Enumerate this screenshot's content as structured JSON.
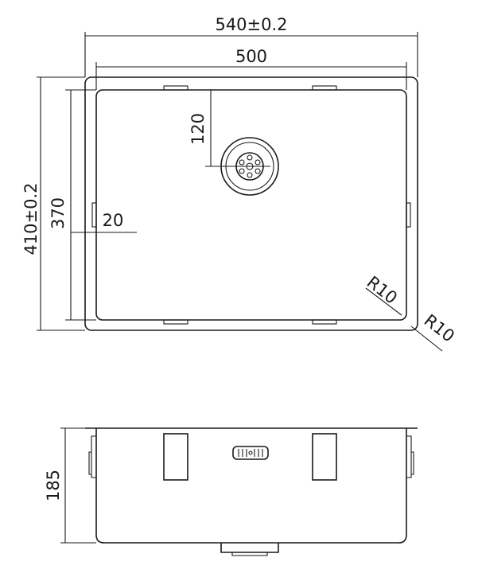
{
  "dimensions": {
    "outer_width": "540±0.2",
    "inner_width": "500",
    "outer_height": "410±0.2",
    "inner_height": "370",
    "drain_offset": "120",
    "rim_offset": "20",
    "inner_radius": "R10",
    "outer_radius": "R10",
    "depth": "185"
  },
  "colors": {
    "line": "#1a1a1a",
    "background": "#ffffff"
  }
}
